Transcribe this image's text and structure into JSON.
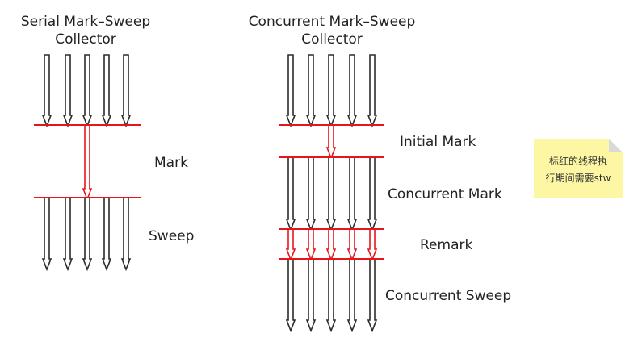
{
  "serial": {
    "title_line1": "Serial Mark–Sweep",
    "title_line2": "Collector",
    "labels": [
      "Mark",
      "Sweep"
    ]
  },
  "concurrent": {
    "title_line1": "Concurrent Mark–Sweep",
    "title_line2": "Collector",
    "labels": [
      "Initial Mark",
      "Concurrent Mark",
      "Remark",
      "Concurrent Sweep"
    ]
  },
  "note": {
    "line1": "标红的线程执",
    "line2": "行期间需要stw"
  },
  "colors": {
    "red": "#e8141b",
    "black": "#2b2b2b",
    "note_fill": "#fdf7a3",
    "note_fold": "#d9d9d9"
  }
}
